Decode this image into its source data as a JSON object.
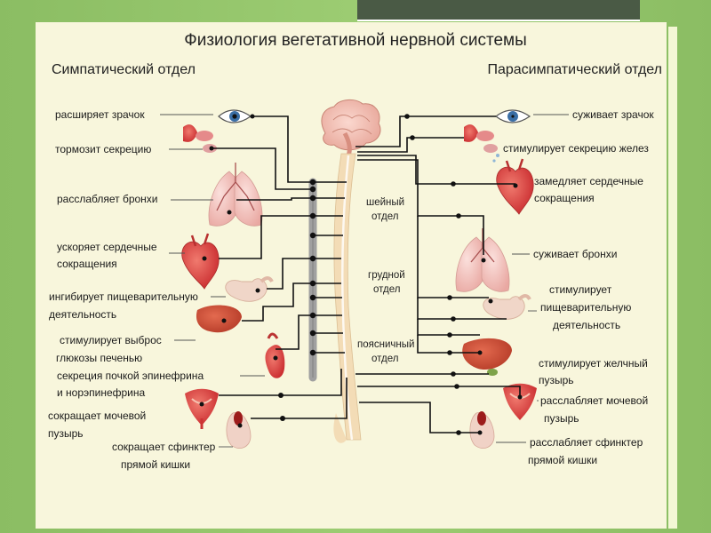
{
  "title": "Физиология вегетативной нервной системы",
  "sympathetic": {
    "heading": "Симпатический отдел",
    "labels": [
      [
        "расширяет зрачок"
      ],
      [
        "тормозит секрецию"
      ],
      [
        "расслабляет бронхи"
      ],
      [
        "ускоряет сердечные",
        "сокращения"
      ],
      [
        "ингибирует пищеварительную",
        "деятельность"
      ],
      [
        "стимулирует выброс",
        "глюкозы печенью"
      ],
      [
        "секреция почкой эпинефрина",
        "и норэпинефрина"
      ],
      [
        "сокращает мочевой",
        "пузырь"
      ],
      [
        "сокращает сфинктер",
        "прямой кишки"
      ]
    ]
  },
  "parasympathetic": {
    "heading": "Парасимпатический отдел",
    "labels": [
      [
        "суживает зрачок"
      ],
      [
        "стимулирует секрецию желез"
      ],
      [
        "замедляет сердечные",
        "сокращения"
      ],
      [
        "суживает бронхи"
      ],
      [
        "стимулирует",
        "пищеварительную",
        "деятельность"
      ],
      [
        "стимулирует желчный",
        "пузырь"
      ],
      [
        "расслабляет мочевой",
        "пузырь"
      ],
      [
        "расслабляет сфинктер",
        "прямой кишки"
      ]
    ]
  },
  "sections": [
    [
      "шейный",
      "отдел"
    ],
    [
      "грудной",
      "отдел"
    ],
    [
      "поясничный",
      "отдел"
    ]
  ],
  "colors": {
    "organ": "#d9403f",
    "spine": "#f0d7b0",
    "chain": "#9a9a9a",
    "nerve": "#111111"
  }
}
